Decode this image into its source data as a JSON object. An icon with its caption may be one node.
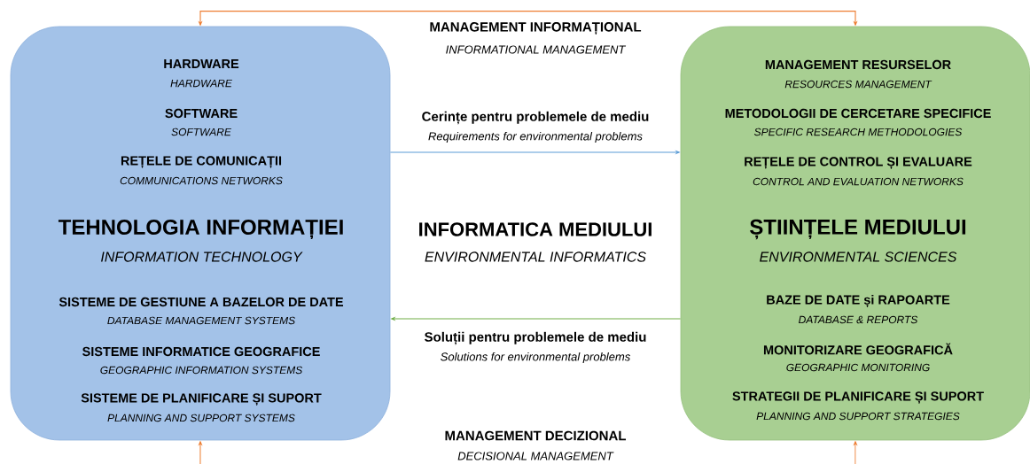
{
  "diagram": {
    "nodes": [
      {
        "text": [
          "HARDWARE",
          "HARDWARE",
          "SOFTWARE",
          "SOFTWARE",
          "REȚELE DE COMUNICAȚII",
          "COMMUNICATIONS NETWORKS",
          "TEHNOLOGIA INFORMAȚIEI",
          "INFORMATION TECHNOLOGY",
          "SISTEME DE GESTIUNE A BAZELOR DE DATE",
          "DATABASE MANAGEMENT SYSTEMS",
          "SISTEME INFORMATICE GEOGRAFICE",
          "GEOGRAPHIC INFORMATION SYSTEMS",
          "SISTEME DE PLANIFICARE ȘI SUPORT",
          "PLANNING AND SUPPORT SYSTEMS"
        ]
      },
      {
        "text": [
          "MANAGEMENT RESURSELOR",
          "RESOURCES MANAGEMENT",
          "METODOLOGII DE CERCETARE SPECIFICE",
          "SPECIFIC RESEARCH METHODOLOGIES",
          "REȚELE DE CONTROL ȘI EVALUARE",
          "CONTROL AND EVALUATION NETWORKS",
          "ȘTIINȚELE MEDIULUI",
          "ENVIRONMENTAL SCIENCES",
          "BAZE DE DATE și RAPOARTE",
          "DATABASE & REPORTS",
          "MONITORIZARE GEOGRAFICĂ",
          "GEOGRAPHIC MONITORING",
          "STRATEGII DE PLANIFICARE ȘI SUPORT",
          "PLANNING AND SUPPORT STRATEGIES"
        ]
      }
    ],
    "edges": [
      {
        "from": 0,
        "to": 1,
        "arrow": "both",
        "color": "#ed7d31"
      },
      {
        "from": 0,
        "to": 1,
        "arrow": "to",
        "color": "#5b9bd5"
      },
      {
        "from": 1,
        "to": 0,
        "arrow": "to",
        "color": "#70ad47"
      },
      {
        "from": null,
        "to": 0,
        "arrow": "to",
        "color": "#ed7d31"
      },
      {
        "from": null,
        "to": 1,
        "arrow": "to",
        "color": "#ed7d31"
      }
    ],
    "labels": [
      "MANAGEMENT INFORMAȚIONAL",
      "INFORMATIONAL MANAGEMENT",
      "Cerințe pentru problemele de mediu",
      "Requirements for environmental problems",
      "INFORMATICA MEDIULUI",
      "ENVIRONMENTAL INFORMATICS",
      "Soluții pentru problemele de mediu",
      "Solutions for environmental problems",
      "MANAGEMENT DECIZIONAL",
      "DECISIONAL MANAGEMENT"
    ]
  }
}
